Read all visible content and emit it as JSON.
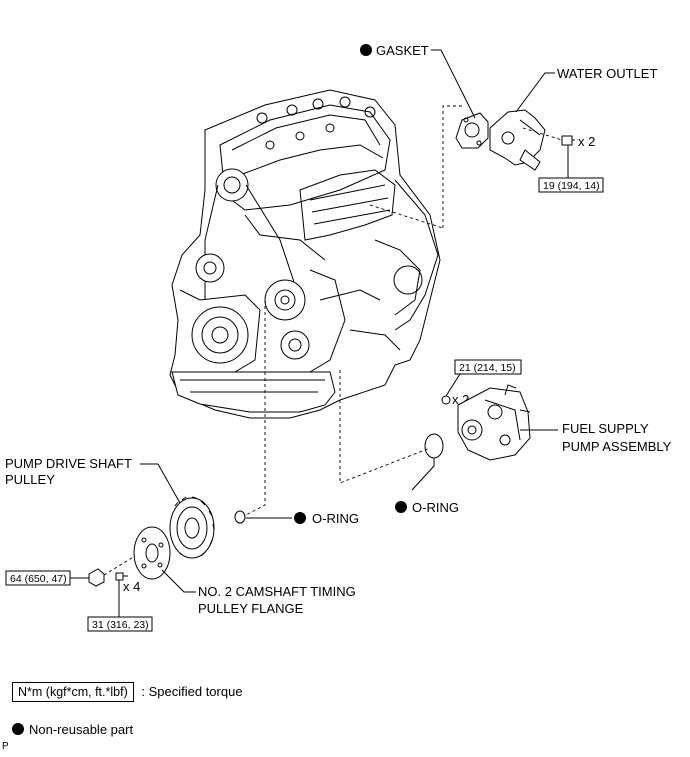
{
  "labels": {
    "gasket": "GASKET",
    "water_outlet": "WATER OUTLET",
    "water_outlet_qty": "x 2",
    "water_outlet_torque": "19 (194, 14)",
    "fuel_pump_torque": "21 (214, 15)",
    "fuel_pump_qty": "x 2",
    "fuel_pump_line1": "FUEL SUPPLY",
    "fuel_pump_line2": "PUMP ASSEMBLY",
    "oring_pump": "O-RING",
    "oring_pulley": "O-RING",
    "pump_drive_line1": "PUMP DRIVE SHAFT",
    "pump_drive_line2": "PULLEY",
    "nut_torque": "64 (650, 47)",
    "bolt_qty": "x 4",
    "bolt_torque": "31 (316, 23)",
    "flange_line1": "NO. 2 CAMSHAFT TIMING",
    "flange_line2": "PULLEY FLANGE"
  },
  "legend": {
    "torque_unit": "N*m (kgf*cm, ft.*lbf)",
    "torque_desc": ": Specified torque",
    "non_reusable": "Non-reusable part"
  },
  "corner_mark": "P"
}
